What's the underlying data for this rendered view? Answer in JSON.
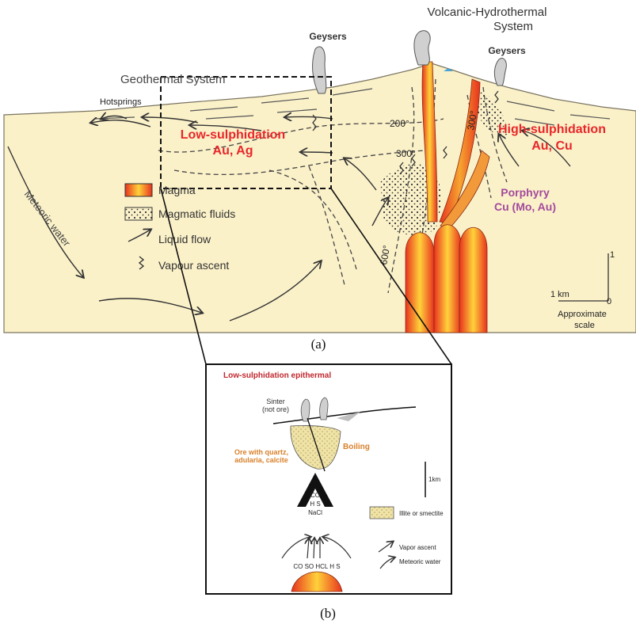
{
  "panel_a": {
    "labels": {
      "volcanic_system_line1": "Volcanic-Hydrothermal",
      "volcanic_system_line2": "System",
      "geysers_left": "Geysers",
      "geysers_right": "Geysers",
      "geothermal_system": "Geothermal System",
      "hotsprings": "Hotsprings",
      "low_sulph_line1": "Low-sulphidation",
      "low_sulph_line2": "Au, Ag",
      "high_sulph_line1": "High-sulphidation",
      "high_sulph_line2": "Au, Cu",
      "porphyry_line1": "Porphyry",
      "porphyry_line2": "Cu (Mo, Au)",
      "meteoric_water": "Meteoric water",
      "iso_200": "200°",
      "iso_300_left": "300°",
      "iso_300_right": "300°",
      "iso_600": "600°"
    },
    "legend": {
      "magma": "Magma",
      "magmatic_fluids": "Magmatic fluids",
      "liquid_flow": "Liquid flow",
      "vapour_ascent": "Vapour ascent"
    },
    "scale": {
      "horizontal": "1 km",
      "vertical_top": "1",
      "zero": "0",
      "caption_line1": "Approximate",
      "caption_line2": "scale"
    },
    "caption": "(a)"
  },
  "panel_b": {
    "title": "Low-sulphidation epithermal",
    "sinter_line1": "Sinter",
    "sinter_line2": "(not ore)",
    "boiling": "Boiling",
    "ore_line1": "Ore with quartz,",
    "ore_line2": "adularia, calcite",
    "scale_bar": "1km",
    "gas_co2": "CO",
    "gas_h2s": "H S",
    "gas_nacl": "NaCl",
    "bottom_gases": "CO SO HCL H S",
    "legend": {
      "illite": "Illite or smectite",
      "vapor_ascent": "Vapor ascent",
      "meteoric_water": "Meteoric water"
    },
    "caption": "(b)"
  },
  "colors": {
    "ground": "#fbf1c9",
    "red_label": "#e8262a",
    "purple_label": "#a34a9d",
    "magma_red": "#e8321e",
    "magma_yellow": "#ffd23a",
    "title_red": "#c0272d",
    "ore_orange": "#d9802a"
  }
}
